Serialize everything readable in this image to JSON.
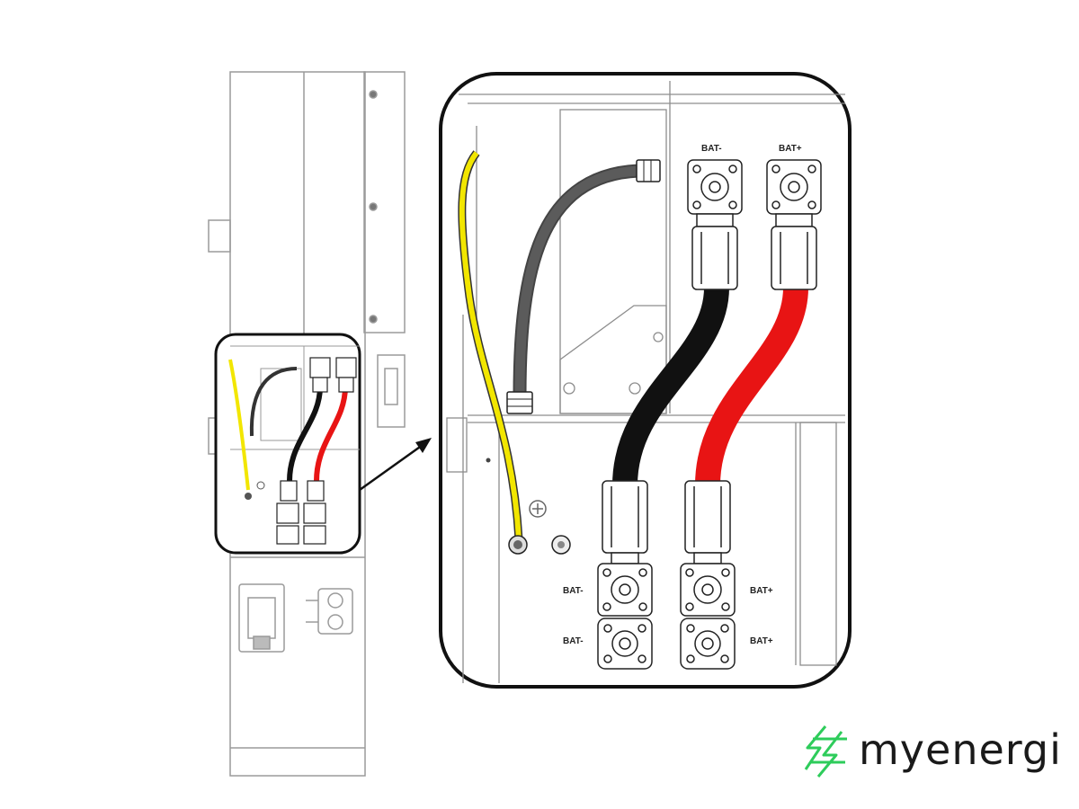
{
  "labels": {
    "zoom_top_neg": "BAT-",
    "zoom_top_pos": "BAT+",
    "zoom_bottom1_neg": "BAT-",
    "zoom_bottom1_pos": "BAT+",
    "zoom_bottom2_neg": "BAT-",
    "zoom_bottom2_pos": "BAT+"
  },
  "brand": {
    "name": "myenergi",
    "color": "#2ecc5b"
  },
  "colors": {
    "earth_cable": "#f2e600",
    "negative_cable": "#111111",
    "positive_cable": "#e81414",
    "comm_cable": "#4a4a4a",
    "outline": "#111111"
  }
}
